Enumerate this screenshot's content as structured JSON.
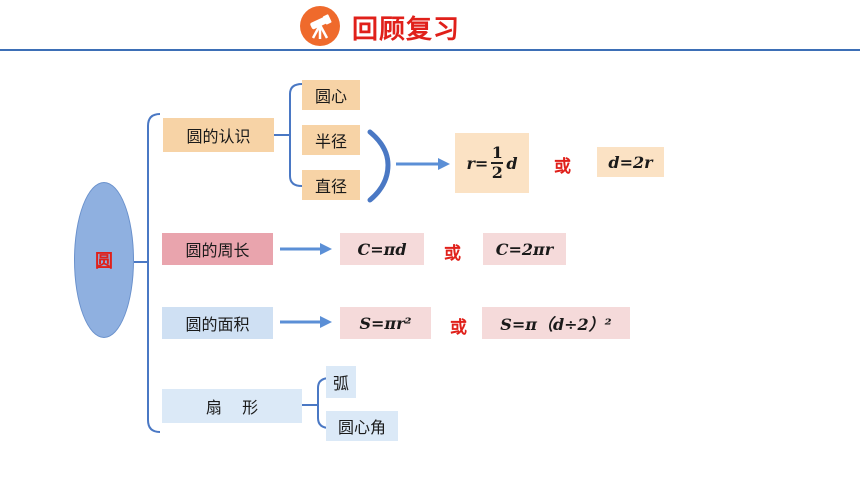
{
  "header": {
    "title": "回顾复习",
    "icon": "telescope-icon"
  },
  "root": {
    "label": "圆"
  },
  "recognition": {
    "label": "圆的认识",
    "children": [
      "圆心",
      "半径",
      "直径"
    ],
    "formula_left_prefix": "r=",
    "formula_num": "1",
    "formula_den": "2",
    "formula_suffix": "d",
    "or": "或",
    "formula_right": "d=2r"
  },
  "circumference": {
    "label": "圆的周长",
    "formula_left": "C=πd",
    "or": "或",
    "formula_right": "C=2πr"
  },
  "area": {
    "label": "圆的面积",
    "formula_left": "S=πr²",
    "or": "或",
    "formula_right": "S=π（d÷2）²"
  },
  "sector": {
    "label": "扇    形",
    "children": [
      "弧",
      "圆心角"
    ]
  },
  "colors": {
    "title": "#e0201a",
    "accent_blue": "#4a78c4",
    "arrow_blue": "#5b8fd6"
  }
}
